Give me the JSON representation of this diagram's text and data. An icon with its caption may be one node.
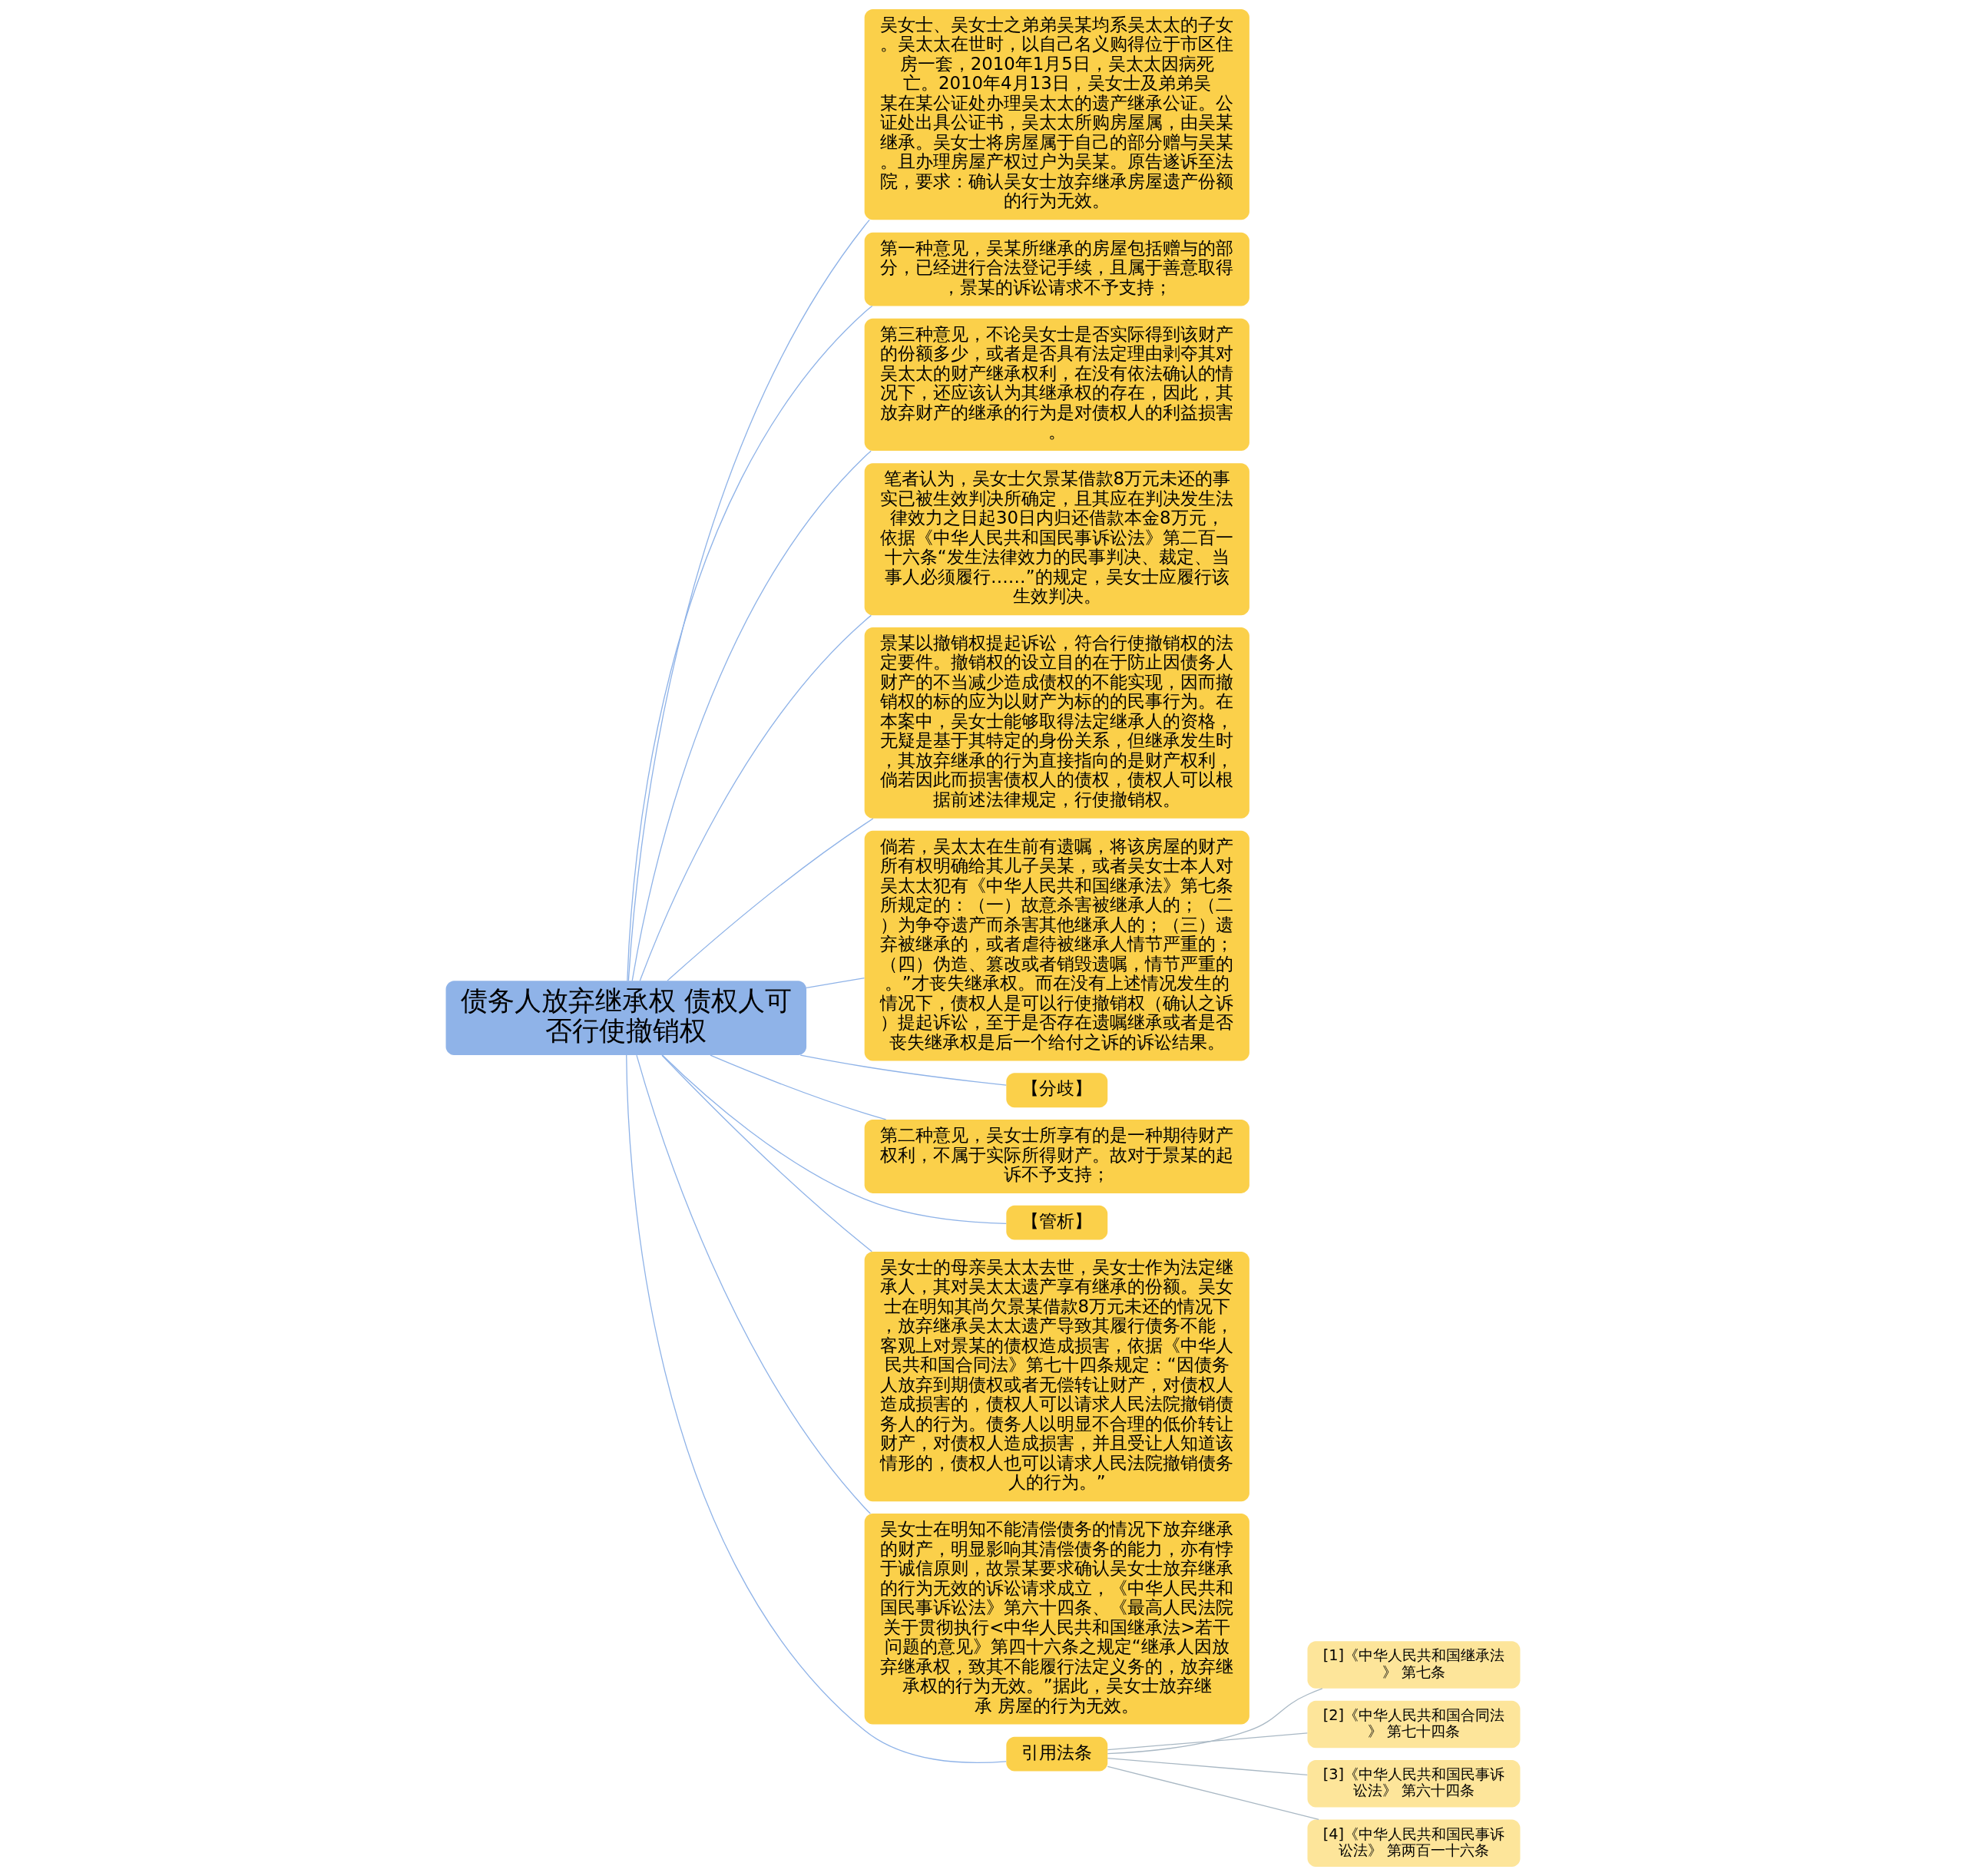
{
  "diagram": {
    "nodes": [
      {
        "text": [
          "债务人放弃继承权 债权人可否行使撤销权"
        ]
      },
      {
        "text": [
          "吴女士、吴女士之弟弟吴某均系吴太太的子女。吴太太在世时，以自己名义购得位于市区住房一套，2010年1月5日，吴太太因病死亡。2010年4月13日，吴女士及弟弟吴某在某公证处办理吴太太的遗产继承公证。公证处出具公证书，吴太太所购房屋属，由吴某继承。吴女士将房屋属于自己的部分赠与吴某。且办理房屋产权过户为吴某。原告遂诉至法院，要求：确认吴女士放弃继承房屋遗产份额的行为无效。"
        ]
      },
      {
        "text": [
          "第一种意见，吴某所继承的房屋包括赠与的部分，已经进行合法登记手续，且属于善意取得，景某的诉讼请求不予支持；"
        ]
      },
      {
        "text": [
          "第三种意见，不论吴女士是否实际得到该财产的份额多少，或者是否具有法定理由剥夺其对吴太太的财产继承权利，在没有依法确认的情况下，还应该认为其继承权的存在，因此，其放弃财产的继承的行为是对债权人的利益损害。"
        ]
      },
      {
        "text": [
          "笔者认为，吴女士欠景某借款8万元未还的事实已被生效判决所确定，且其应在判决发生法律效力之日起30日内归还借款本金8万元，依据《中华人民共和国民事诉讼法》第二百一十六条“发生法律效力的民事判决、裁定、当事人必须履行……”的规定，吴女士应履行该生效判决。"
        ]
      },
      {
        "text": [
          "景某以撤销权提起诉讼，符合行使撤销权的法定要件。撤销权的设立目的在于防止因债务人财产的不当减少造成债权的不能实现，因而撤销权的标的应为以财产为标的的民事行为。在本案中，吴女士能够取得法定继承人的资格，无疑是基于其特定的身份关系，但继承发生时，其放弃继承的行为直接指向的是财产权利，倘若因此而损害债权人的债权，债权人可以根据前述法律规定，行使撤销权。"
        ]
      },
      {
        "text": [
          "倘若，吴太太在生前有遗嘱，将该房屋的财产所有权明确给其儿子吴某，或者吴女士本人对吴太太犯有《中华人民共和国继承法》第七条所规定的：（一）故意杀害被继承人的；（二）为争夺遗产而杀害其他继承人的；（三）遗弃被继承的，或者虐待被继承人情节严重的；（四）伪造、篡改或者销毁遗嘱，情节严重的。”才丧失继承权。而在没有上述情况发生的情况下，债权人是可以行使撤销权（确认之诉）提起诉讼，至于是否存在遗嘱继承或者是否丧失继承权是后一个给付之诉的诉讼结果。"
        ]
      },
      {
        "text": [
          "【分歧】"
        ]
      },
      {
        "text": [
          "第二种意见，吴女士所享有的是一种期待财产权利，不属于实际所得财产。故对于景某的起诉不予支持；"
        ]
      },
      {
        "text": [
          "【管析】"
        ]
      },
      {
        "text": [
          "吴女士的母亲吴太太去世，吴女士作为法定继承人，其对吴太太遗产享有继承的份额。吴女士在明知其尚欠景某借款8万元未还的情况下，放弃继承吴太太遗产导致其履行债务不能，客观上对景某的债权造成损害，依据《中华人民共和国合同法》第七十四条规定：“因债务人放弃到期债权或者无偿转让财产，对债权人造成损害的，债权人可以请求人民法院撤销债务人的行为。债务人以明显不合理的低价转让财产，对债权人造成损害，并且受让人知道该情形的，债权人也可以请求人民法院撤销债务人的行为。”"
        ]
      },
      {
        "text": [
          "吴女士在明知不能清偿债务的情况下放弃继承的财产，明显影响其清偿债务的能力，亦有悖于诚信原则，故景某要求确认吴女士放弃继承的行为无效的诉讼请求成立，《中华人民共和国民事诉讼法》第六十四条、《最高人民法院关于贯彻执行<中华人民共和国继承法>若干问题的意见》第四十六条之规定“继承人因放弃继承权，致其不能履行法定义务的，放弃继承权的行为无效。”据此，吴女士放弃继承 房屋的行为无效。"
        ]
      },
      {
        "text": [
          "引用法条"
        ]
      },
      {
        "text": [
          "[1]《中华人民共和国继承法》 第七条"
        ]
      },
      {
        "text": [
          "[2]《中华人民共和国合同法》 第七十四条"
        ]
      },
      {
        "text": [
          "[3]《中华人民共和国民事诉讼法》 第六十四条"
        ]
      },
      {
        "text": [
          "[4]《中华人民共和国民事诉讼法》 第两百一十六条"
        ]
      }
    ],
    "edges": [
      {
        "from": 0,
        "to": 1,
        "arrow": "none"
      },
      {
        "from": 0,
        "to": 2,
        "arrow": "none"
      },
      {
        "from": 0,
        "to": 3,
        "arrow": "none"
      },
      {
        "from": 0,
        "to": 4,
        "arrow": "none"
      },
      {
        "from": 0,
        "to": 5,
        "arrow": "none"
      },
      {
        "from": 0,
        "to": 6,
        "arrow": "none"
      },
      {
        "from": 0,
        "to": 7,
        "arrow": "none"
      },
      {
        "from": 0,
        "to": 8,
        "arrow": "none"
      },
      {
        "from": 0,
        "to": 9,
        "arrow": "none"
      },
      {
        "from": 0,
        "to": 10,
        "arrow": "none"
      },
      {
        "from": 0,
        "to": 11,
        "arrow": "none"
      },
      {
        "from": 0,
        "to": 12,
        "arrow": "none"
      },
      {
        "from": 12,
        "to": 13,
        "arrow": "none",
        "color": "#a9b8c4"
      },
      {
        "from": 12,
        "to": 14,
        "arrow": "none",
        "color": "#a9b8c4"
      },
      {
        "from": 12,
        "to": 15,
        "arrow": "none",
        "color": "#a9b8c4"
      },
      {
        "from": 12,
        "to": 16,
        "arrow": "none",
        "color": "#a9b8c4"
      }
    ]
  }
}
